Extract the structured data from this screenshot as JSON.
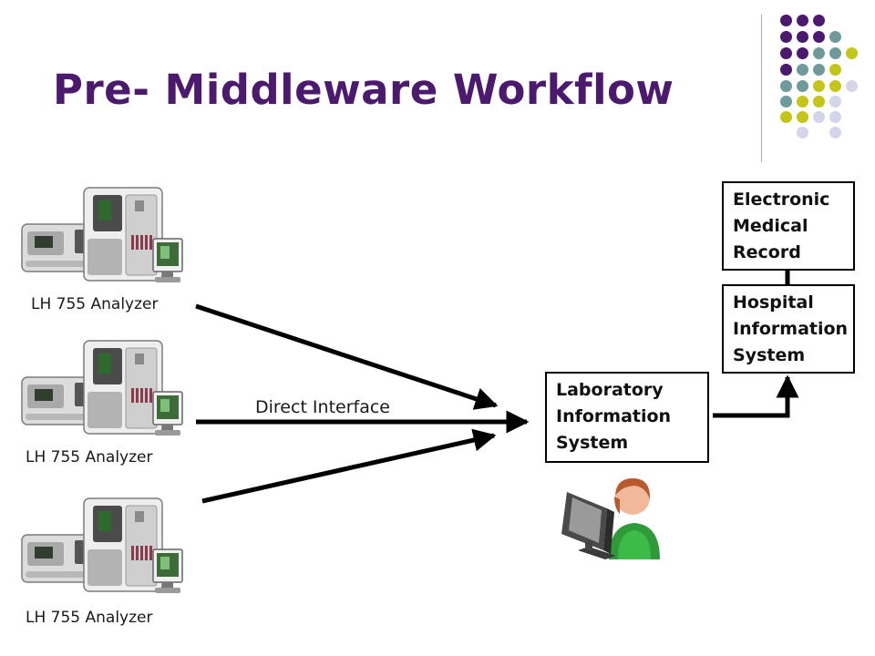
{
  "slide": {
    "title": "Pre- Middleware Workflow",
    "colors": {
      "title": "#4b1a6e",
      "dot_purple": "#4b1a6e",
      "dot_teal": "#6f9a9c",
      "dot_olive": "#c4c41a",
      "dot_lavender": "#d4d4ea"
    }
  },
  "analyzers": [
    {
      "label": "LH 755 Analyzer",
      "icon": "hematology-analyzer-icon"
    },
    {
      "label": "LH 755 Analyzer",
      "icon": "hematology-analyzer-icon"
    },
    {
      "label": "LH 755 Analyzer",
      "icon": "hematology-analyzer-icon"
    }
  ],
  "connection": {
    "label": "Direct Interface"
  },
  "systems": {
    "lis": {
      "lines": [
        "Laboratory",
        "Information",
        "System"
      ]
    },
    "his": {
      "lines": [
        "Hospital",
        "Information",
        "System"
      ]
    },
    "emr": {
      "lines": [
        "Electronic",
        "Medical",
        "Record"
      ]
    }
  },
  "user_icon": "person-at-computer-icon"
}
